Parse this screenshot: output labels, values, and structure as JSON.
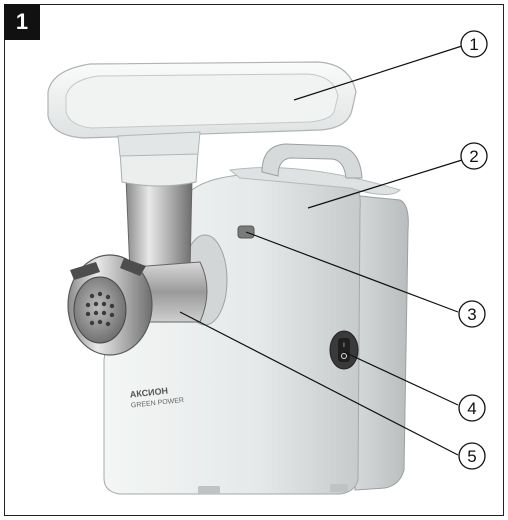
{
  "figure": {
    "number": "1",
    "brand": "АКСИОН",
    "brand_sub": "GREEN POWER"
  },
  "callouts": [
    {
      "id": "1",
      "label": "1"
    },
    {
      "id": "2",
      "label": "2"
    },
    {
      "id": "3",
      "label": "3"
    },
    {
      "id": "4",
      "label": "4"
    },
    {
      "id": "5",
      "label": "5"
    }
  ],
  "colors": {
    "body": "#e9ecec",
    "body_shadow": "#c9cdcd",
    "metal": "#b8b8b8",
    "metal_dark": "#7c7c7c",
    "frame": "#222222",
    "badge": "#111111"
  }
}
